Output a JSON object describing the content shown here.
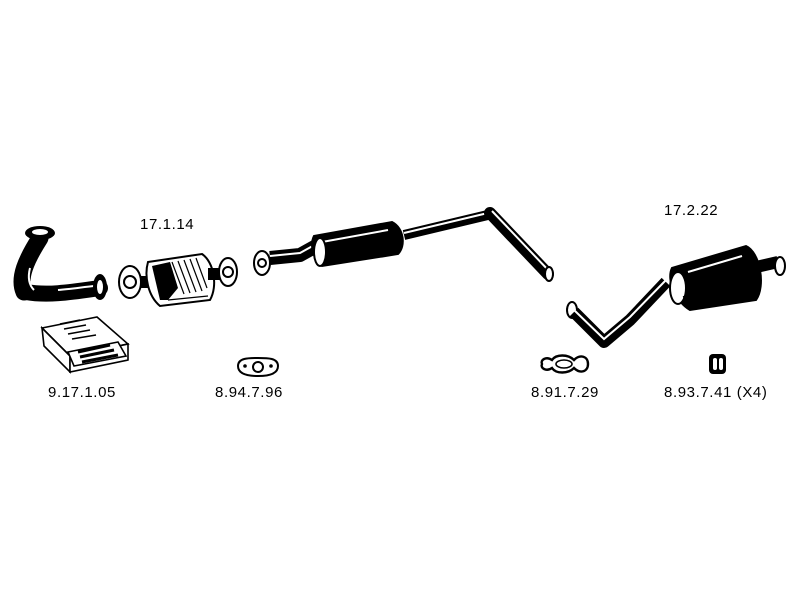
{
  "colors": {
    "ink": "#000000",
    "paper": "#ffffff",
    "shade": "#8a8a8a"
  },
  "parts": {
    "front_pipe": {
      "icon": "front-pipe-icon"
    },
    "mounting_kit": {
      "label": "9.17.1.05",
      "icon": "mounting-kit-box-icon"
    },
    "catalytic_converter": {
      "label": "17.1.14",
      "icon": "catalytic-converter-icon"
    },
    "gasket": {
      "label": "8.94.7.96",
      "icon": "flange-gasket-icon"
    },
    "middle_silencer": {
      "icon": "middle-silencer-icon"
    },
    "clamp": {
      "label": "8.91.7.29",
      "icon": "pipe-clamp-icon"
    },
    "rear_silencer": {
      "label": "17.2.22",
      "icon": "rear-silencer-icon"
    },
    "rubber_mount": {
      "label": "8.93.7.41 (X4)",
      "icon": "rubber-mount-icon"
    }
  }
}
